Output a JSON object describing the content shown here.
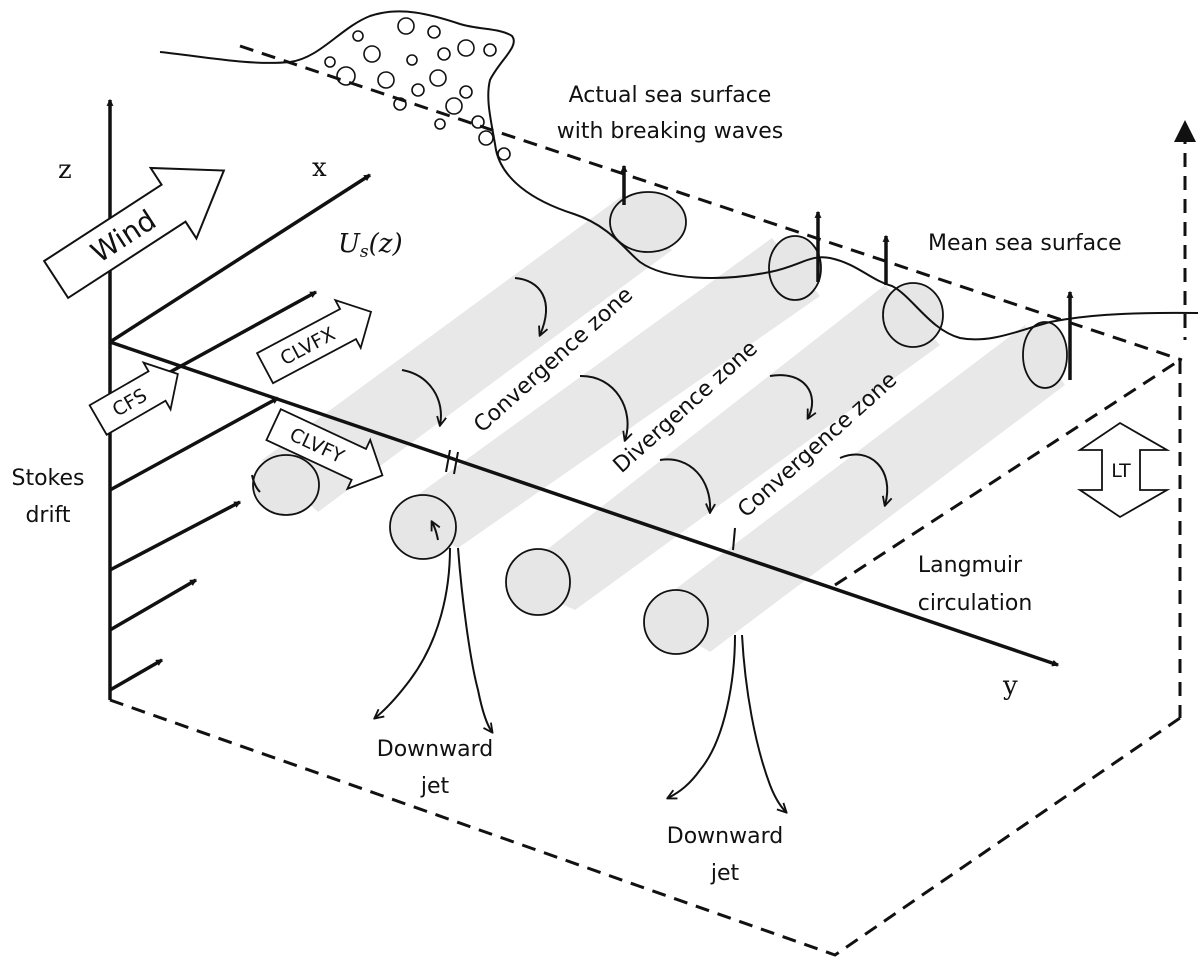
{
  "labels": {
    "z_axis": "z",
    "x_axis": "x",
    "y_axis": "y",
    "stokes_profile": "Us(z)",
    "stokes_profile_main": "U",
    "stokes_profile_sub": "s",
    "stokes_profile_arg": "(z)",
    "wind": "Wind",
    "actual_surface_line1": "Actual sea surface",
    "actual_surface_line2": "with breaking waves",
    "mean_surface": "Mean sea surface",
    "stokes_drift_line1": "Stokes",
    "stokes_drift_line2": "drift",
    "cfs": "CFS",
    "clvfx": "CLVFX",
    "clvfy": "CLVFY",
    "convergence_zone_1": "Convergence zone",
    "divergence_zone": "Divergence zone",
    "convergence_zone_2": "Convergence zone",
    "lt": "LT",
    "langmuir_line1": "Langmuir",
    "langmuir_line2": "circulation",
    "downward_jet_1_line1": "Downward",
    "downward_jet_1_line2": "jet",
    "downward_jet_2_line1": "Downward",
    "downward_jet_2_line2": "jet"
  }
}
